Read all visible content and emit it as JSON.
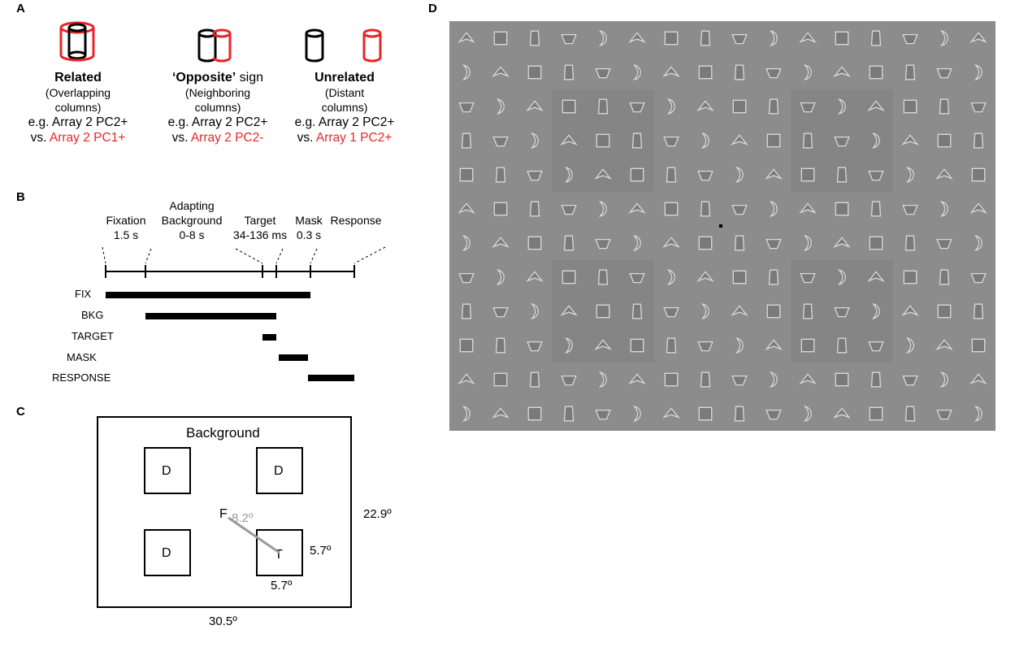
{
  "panelA": {
    "letter": "A",
    "conditions": [
      {
        "title": "Related",
        "title_rest": "",
        "sub1": "(Overlapping",
        "sub2": "columns)",
        "eg": "e.g. Array 2 PC2+",
        "vs_prefix": "vs. ",
        "vs_red": "Array 2 PC1+"
      },
      {
        "title": "‘Opposite’",
        "title_rest": " sign",
        "sub1": "(Neighboring",
        "sub2": "columns)",
        "eg": "e.g. Array 2 PC2+",
        "vs_prefix": "vs. ",
        "vs_red": "Array 2 PC2-"
      },
      {
        "title": "Unrelated",
        "title_rest": "",
        "sub1": "(Distant",
        "sub2": "columns)",
        "eg": "e.g. Array 2 PC2+",
        "vs_prefix": "vs. ",
        "vs_red": "Array 1 PC2+"
      }
    ]
  },
  "panelB": {
    "letter": "B",
    "timeline_labels": {
      "fixation": "Fixation",
      "fixation_dur": "1.5 s",
      "adapting1": "Adapting",
      "adapting2": "Background",
      "adapting_dur": "0-8 s",
      "target": "Target",
      "target_dur": "34-136 ms",
      "mask": "Mask",
      "mask_dur": "0.3 s",
      "response": "Response"
    },
    "rows": [
      "FIX",
      "BKG",
      "TARGET",
      "MASK",
      "RESPONSE"
    ]
  },
  "panelC": {
    "letter": "C",
    "background_label": "Background",
    "distractor": "D",
    "fixation": "F",
    "target": "T",
    "distance": "8.2º",
    "height": "22.9º",
    "width": "30.5º",
    "box_h": "5.7º",
    "box_w": "5.7º"
  },
  "panelD": {
    "letter": "D",
    "grid_cols": 16,
    "grid_rows": 12,
    "background_color": "#8c8c8c"
  },
  "colors": {
    "red": "#e8262a",
    "grey": "#9a9a9a"
  }
}
